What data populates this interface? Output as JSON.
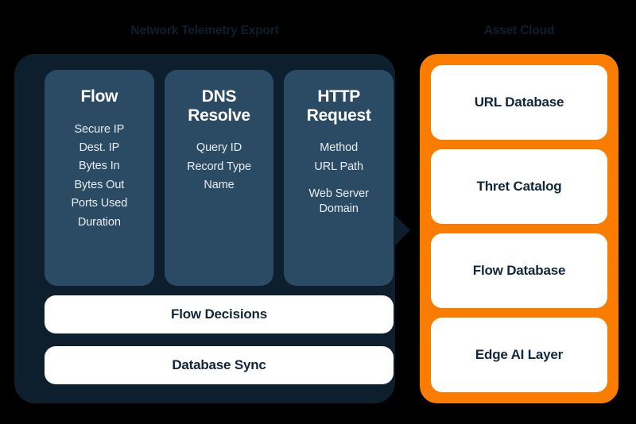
{
  "diagram": {
    "background_color": "#000000",
    "left": {
      "title": "Network Telemetry Export",
      "panel_color": "#0d1f2d",
      "card_color": "#2b4b64",
      "columns": [
        {
          "title": "Flow",
          "fields": [
            "Secure IP",
            "Dest. IP",
            "Bytes In",
            "Bytes Out",
            "Ports Used",
            "Duration"
          ]
        },
        {
          "title": "DNS Resolve",
          "fields": [
            "Query ID",
            "Record Type",
            "Name"
          ]
        },
        {
          "title": "HTTP Request",
          "fields": [
            "Method",
            "URL Path",
            "Web Server Domain"
          ]
        }
      ],
      "bars": [
        {
          "label": "Flow Decisions"
        },
        {
          "label": "Database Sync"
        }
      ]
    },
    "right": {
      "title": "Asset Cloud",
      "panel_color": "#fa7d00",
      "card_color": "#ffffff",
      "cards": [
        {
          "label": "URL Database"
        },
        {
          "label": "Thret Catalog"
        },
        {
          "label": "Flow Database"
        },
        {
          "label": "Edge AI Layer"
        }
      ]
    },
    "connector": {
      "name": "arrow-right-icon",
      "direction": "right"
    }
  }
}
